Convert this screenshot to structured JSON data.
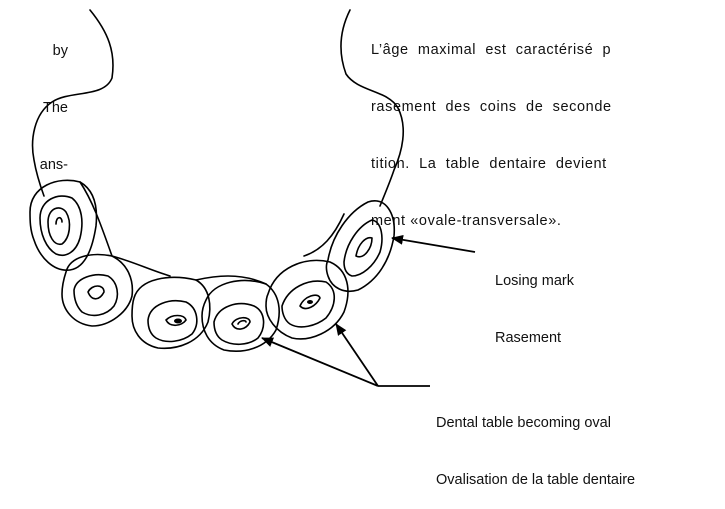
{
  "left_text_fragment": [
    "by",
    "The",
    "ans-"
  ],
  "right_paragraph": [
    "L’âge  maximal  est  caractérisé  p",
    "rasement  des  coins  de  seconde",
    "tition.  La  table  dentaire  devient",
    "ment «ovale-transversale»."
  ],
  "labels": {
    "losing_mark_en": "Losing mark",
    "losing_mark_fr": "Rasement",
    "dental_table_en": "Dental table becoming oval",
    "dental_table_fr": "Ovalisation de la table dentaire"
  }
}
